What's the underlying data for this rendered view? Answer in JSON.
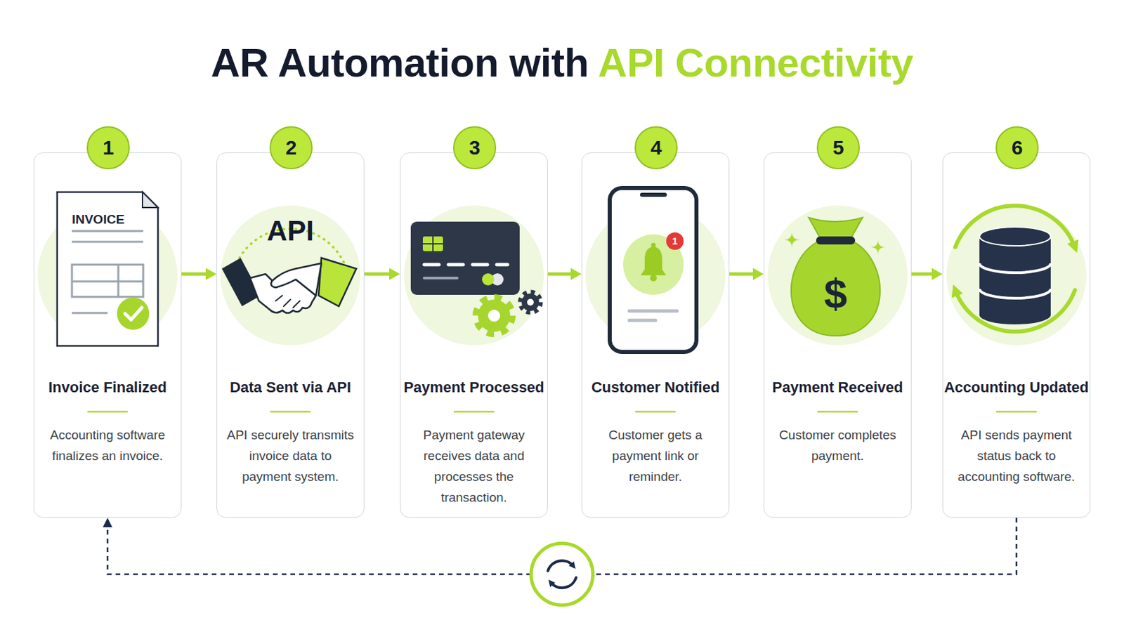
{
  "diagram": {
    "title": "AR Automation with API Connectivity",
    "nodes": [
      {
        "text": [
          "Invoice Finalized",
          "Accounting software finalizes an invoice."
        ]
      },
      {
        "text": [
          "1"
        ],
        "in": 0
      },
      {
        "text": [
          "Data Sent via API",
          "API securely transmits invoice data to payment system."
        ]
      },
      {
        "text": [
          "2"
        ],
        "in": 2
      },
      {
        "text": [
          "Payment Processed",
          "Payment gateway receives data and processes the transaction."
        ]
      },
      {
        "text": [
          "3"
        ],
        "in": 4
      },
      {
        "text": [
          "Customer Notified",
          "Customer gets a payment link or reminder."
        ]
      },
      {
        "text": [
          "4"
        ],
        "in": 6
      },
      {
        "text": [
          "Payment Received",
          "Customer completes payment."
        ]
      },
      {
        "text": [
          "5"
        ],
        "in": 8
      },
      {
        "text": [
          "Accounting Updated",
          "API sends payment status back to accounting software."
        ]
      },
      {
        "text": [
          "6"
        ],
        "in": 10
      }
    ],
    "edges": [
      {
        "from": 0,
        "to": 2,
        "arrow": "to"
      },
      {
        "from": 2,
        "to": 4,
        "arrow": "to"
      },
      {
        "from": 4,
        "to": 6,
        "arrow": "to"
      },
      {
        "from": 6,
        "to": 8,
        "arrow": "to"
      },
      {
        "from": 8,
        "to": 10,
        "arrow": "to"
      },
      {
        "from": 10,
        "to": 0,
        "arrow": "to"
      }
    ],
    "labels": [
      "INVOICE",
      "API",
      "1",
      "$"
    ]
  }
}
